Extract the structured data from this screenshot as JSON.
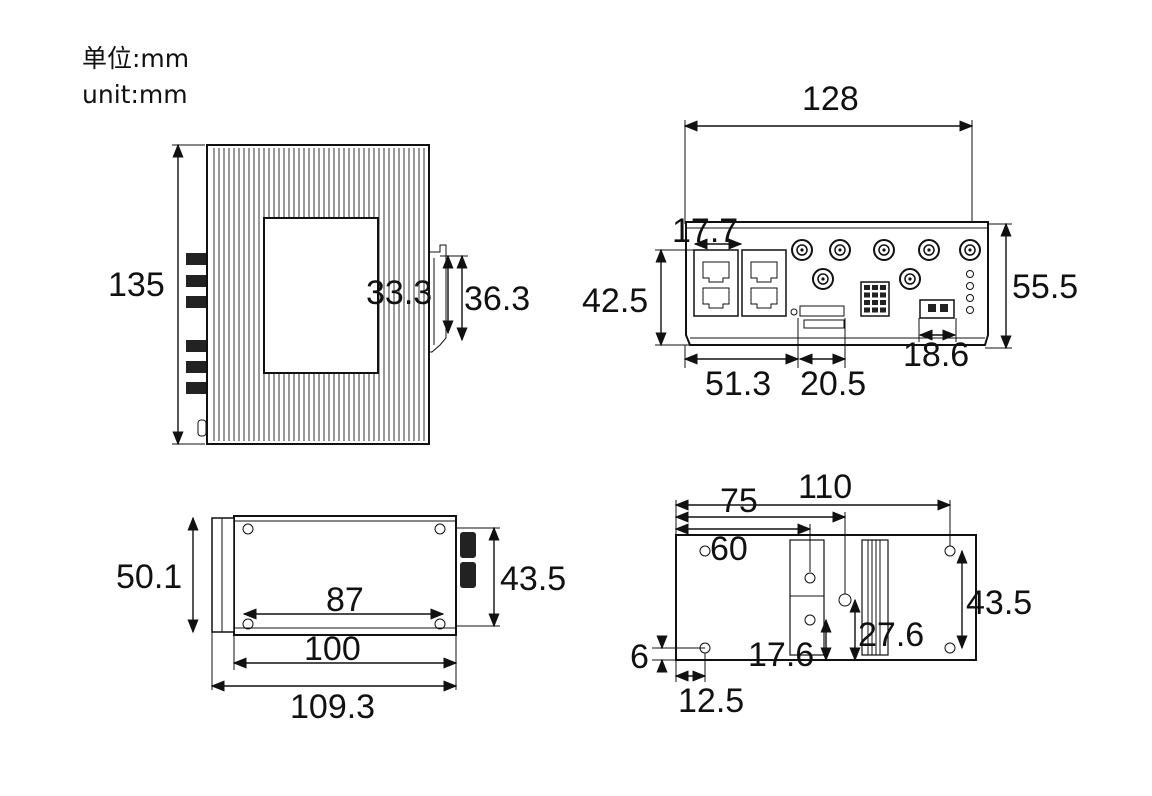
{
  "unit_label_cn": "单位:mm",
  "unit_label_en": "unit:mm",
  "dimensions": {
    "height_135": "135",
    "din_33_3": "33.3",
    "din_36_3": "36.3",
    "width_128": "128",
    "rj45_17_7": "17.7",
    "height_42_5": "42.5",
    "height_55_5": "55.5",
    "width_51_3": "51.3",
    "width_20_5": "20.5",
    "width_18_6": "18.6",
    "height_50_1": "50.1",
    "height_43_5_bottom": "43.5",
    "width_87": "87",
    "width_100": "100",
    "width_109_3": "109.3",
    "width_110": "110",
    "width_75": "75",
    "width_60": "60",
    "height_43_5_mount": "43.5",
    "height_27_6": "27.6",
    "height_17_6": "17.6",
    "height_6": "6",
    "width_12_5": "12.5"
  },
  "icons": {
    "rj45": "rj45-port-icon",
    "sma": "sma-antenna-connector-icon",
    "screw": "screw-hole-icon",
    "led": "status-led-icon"
  }
}
